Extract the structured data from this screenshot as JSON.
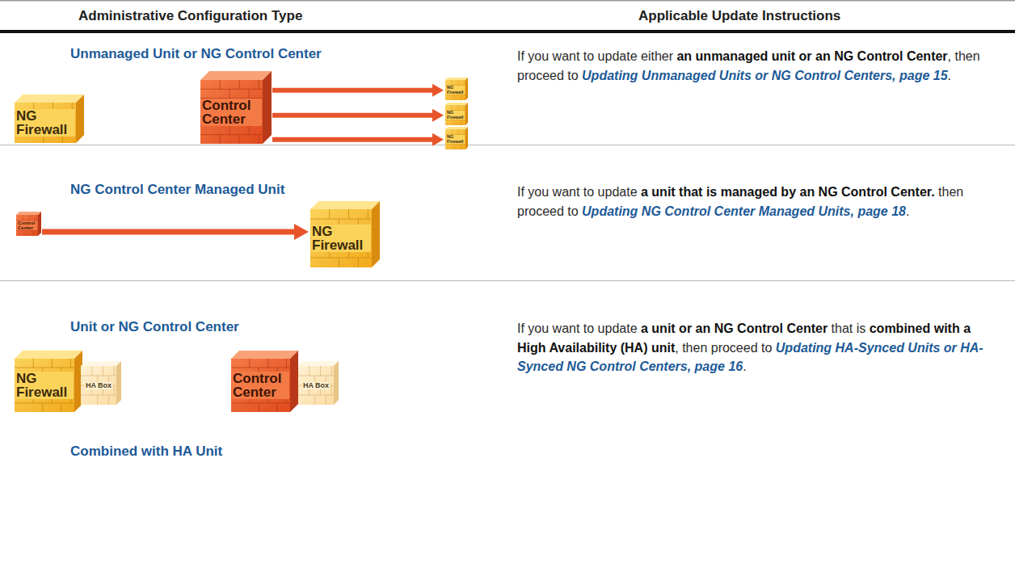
{
  "diagram": {
    "nodes": [
      {
        "text": [
          "NG Firewall"
        ]
      },
      {
        "text": [
          "Control Center"
        ]
      },
      {
        "text": [
          "NG Firewall"
        ]
      },
      {
        "text": [
          "NG Firewall"
        ]
      },
      {
        "text": [
          "NG Firewall"
        ]
      },
      {
        "text": [
          "Control Center"
        ]
      },
      {
        "text": [
          "NG Firewall"
        ]
      },
      {
        "text": [
          "NG Firewall"
        ]
      },
      {
        "text": [
          "HA Box"
        ]
      },
      {
        "text": [
          "Control Center"
        ]
      },
      {
        "text": [
          "HA Box"
        ]
      }
    ],
    "edges": [
      {
        "from": 1,
        "to": 2,
        "arrow": "to"
      },
      {
        "from": 1,
        "to": 3,
        "arrow": "to"
      },
      {
        "from": 1,
        "to": 4,
        "arrow": "to"
      },
      {
        "from": 5,
        "to": 6,
        "arrow": "to"
      }
    ],
    "labels": [
      "Administrative Configuration Type",
      "Applicable Update Instructions",
      "Unmanaged Unit or NG Control Center",
      "If you want to update either ",
      "an unmanaged unit or an NG Control Center",
      ", then proceed to ",
      "Updating Unmanaged Units or NG Control Centers, page 15",
      ".",
      "NG Control Center Managed Unit",
      "If you want to update ",
      "a unit that is managed by an NG Control Center.",
      " then proceed to ",
      "Updating NG Control Center Managed Units, page 18",
      ".",
      "Unit or NG Control Center",
      "Combined with HA Unit",
      "If you want to update ",
      "a unit or an NG Control Center",
      " that is ",
      "combined with a High Availability (HA) unit",
      ", then proceed to ",
      "Updating HA-Synced Units or HA-Synced NG Control Centers, page 16",
      "."
    ]
  }
}
